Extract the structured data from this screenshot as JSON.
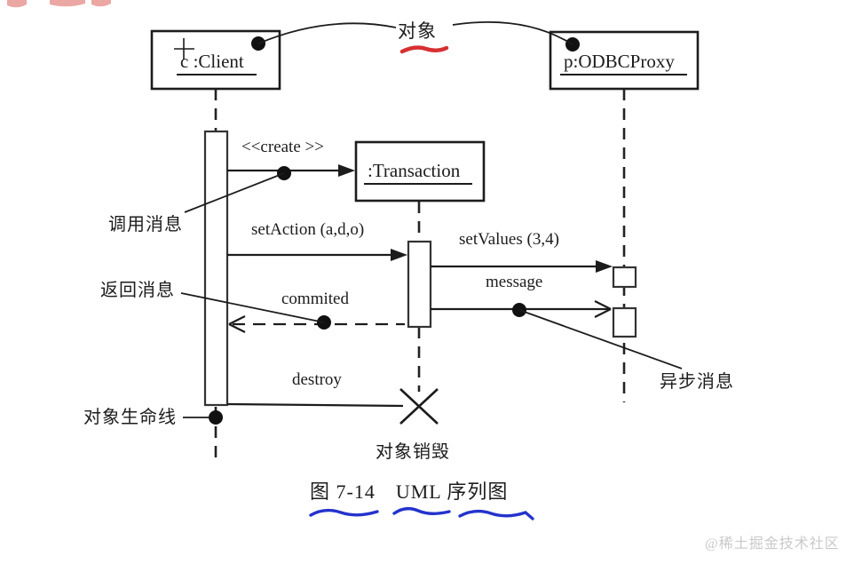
{
  "diagram": {
    "objects": {
      "client": "c :Client",
      "proxy": "p:ODBCProxy",
      "transaction": ":Transaction"
    },
    "messages": {
      "create": "<<create >>",
      "set_action": "setAction (a,d,o)",
      "set_values": "setValues (3,4)",
      "message": "message",
      "commited": "commited",
      "destroy": "destroy"
    },
    "annotations": {
      "object_label": "对象",
      "call_message": "调用消息",
      "return_message": "返回消息",
      "async_message": "异步消息",
      "object_lifeline": "对象生命线",
      "object_destroy": "对象销毁"
    },
    "caption": "图 7-14　UML 序列图",
    "watermark": "@稀土掘金技术社区",
    "colors": {
      "ink": "#1c1c1c",
      "annotation_red": "#d63031",
      "annotation_blue": "#2433cc",
      "watermark_gray": "#c9c9c9"
    }
  }
}
